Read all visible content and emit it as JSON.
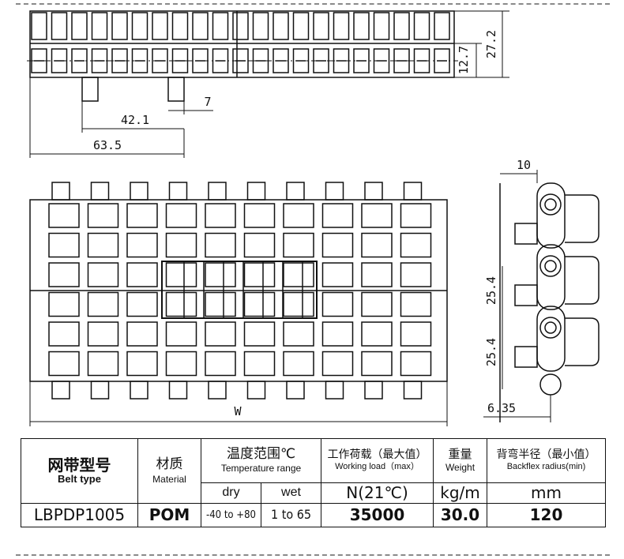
{
  "drawing": {
    "dimensions": {
      "top_height": "27.2",
      "top_pitch_height": "12.7",
      "tab_width": "7",
      "tab_spacing": "42.1",
      "tab_overall": "63.5",
      "belt_width": "W",
      "side_width": "10",
      "pitch_a": "25.4",
      "pitch_b": "25.4",
      "hinge_offset": "6.35"
    }
  },
  "table": {
    "belt_type_cn": "网带型号",
    "belt_type_en": "Belt type",
    "material_cn": "材质",
    "material_en": "Material",
    "temp_cn": "温度范围℃",
    "temp_en": "Temperature range",
    "temp_dry": "dry",
    "temp_wet": "wet",
    "load_cn": "工作荷载（最大值）",
    "load_en": "Working load（max）",
    "load_unit": "N(21℃)",
    "weight_cn": "重量",
    "weight_en": "Weight",
    "weight_unit": "kg/m",
    "backflex_cn": "背弯半径（最小值）",
    "backflex_en": "Backflex radius(min)",
    "backflex_unit": "mm",
    "row": {
      "belt_type": "LBPDP1005",
      "material": "POM",
      "dry": "-40 to +80",
      "wet": "1 to 65",
      "load": "35000",
      "weight": "30.0",
      "backflex": "120"
    }
  }
}
